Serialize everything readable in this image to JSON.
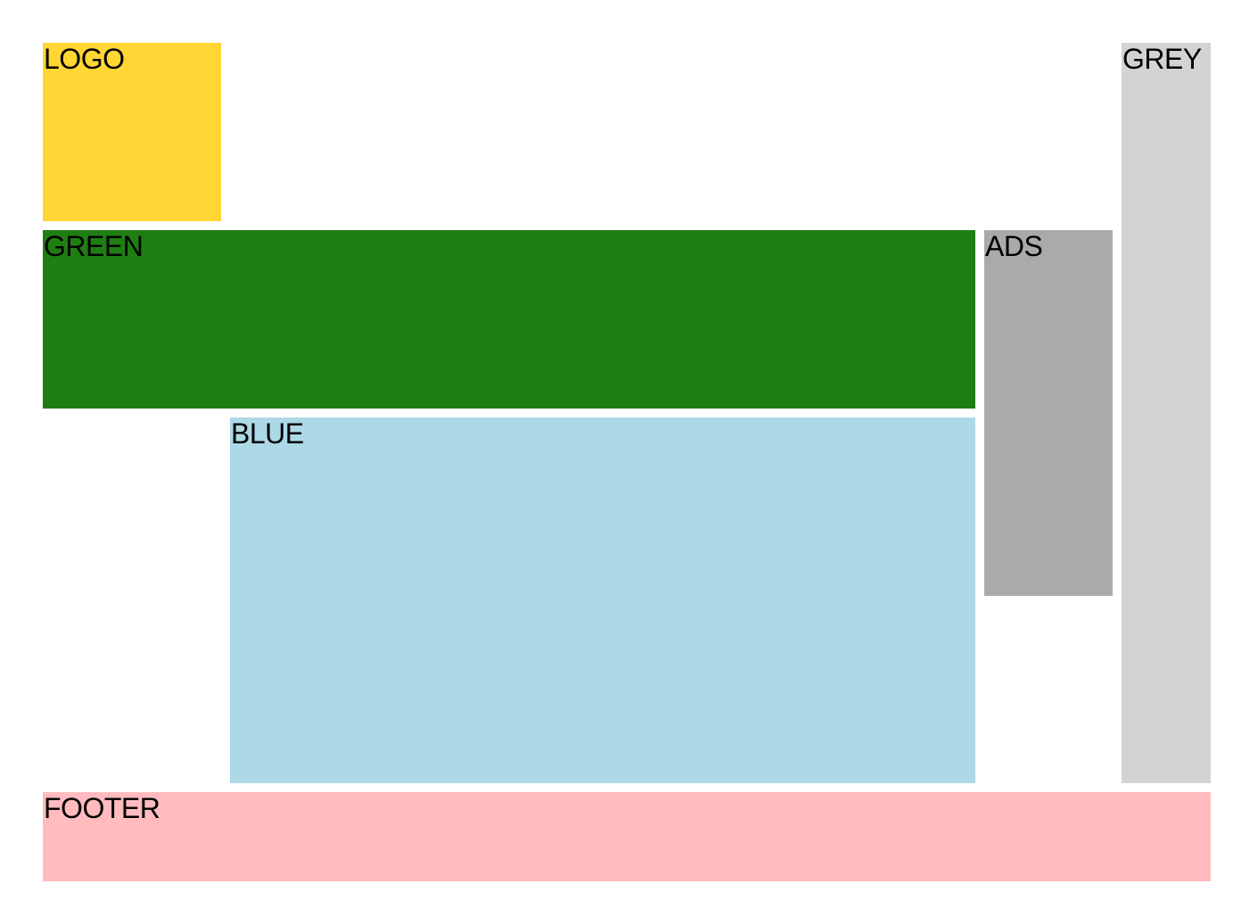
{
  "blocks": {
    "logo": {
      "label": "LOGO",
      "color": "#FFD633"
    },
    "grey": {
      "label": "GREY",
      "color": "#D3D3D3"
    },
    "green": {
      "label": "GREEN",
      "color": "#1F7E12"
    },
    "ads": {
      "label": "ADS",
      "color": "#AAAAAA"
    },
    "blue": {
      "label": "BLUE",
      "color": "#ADD8E6"
    },
    "footer": {
      "label": "FOOTER",
      "color": "#FFBBBE"
    }
  }
}
